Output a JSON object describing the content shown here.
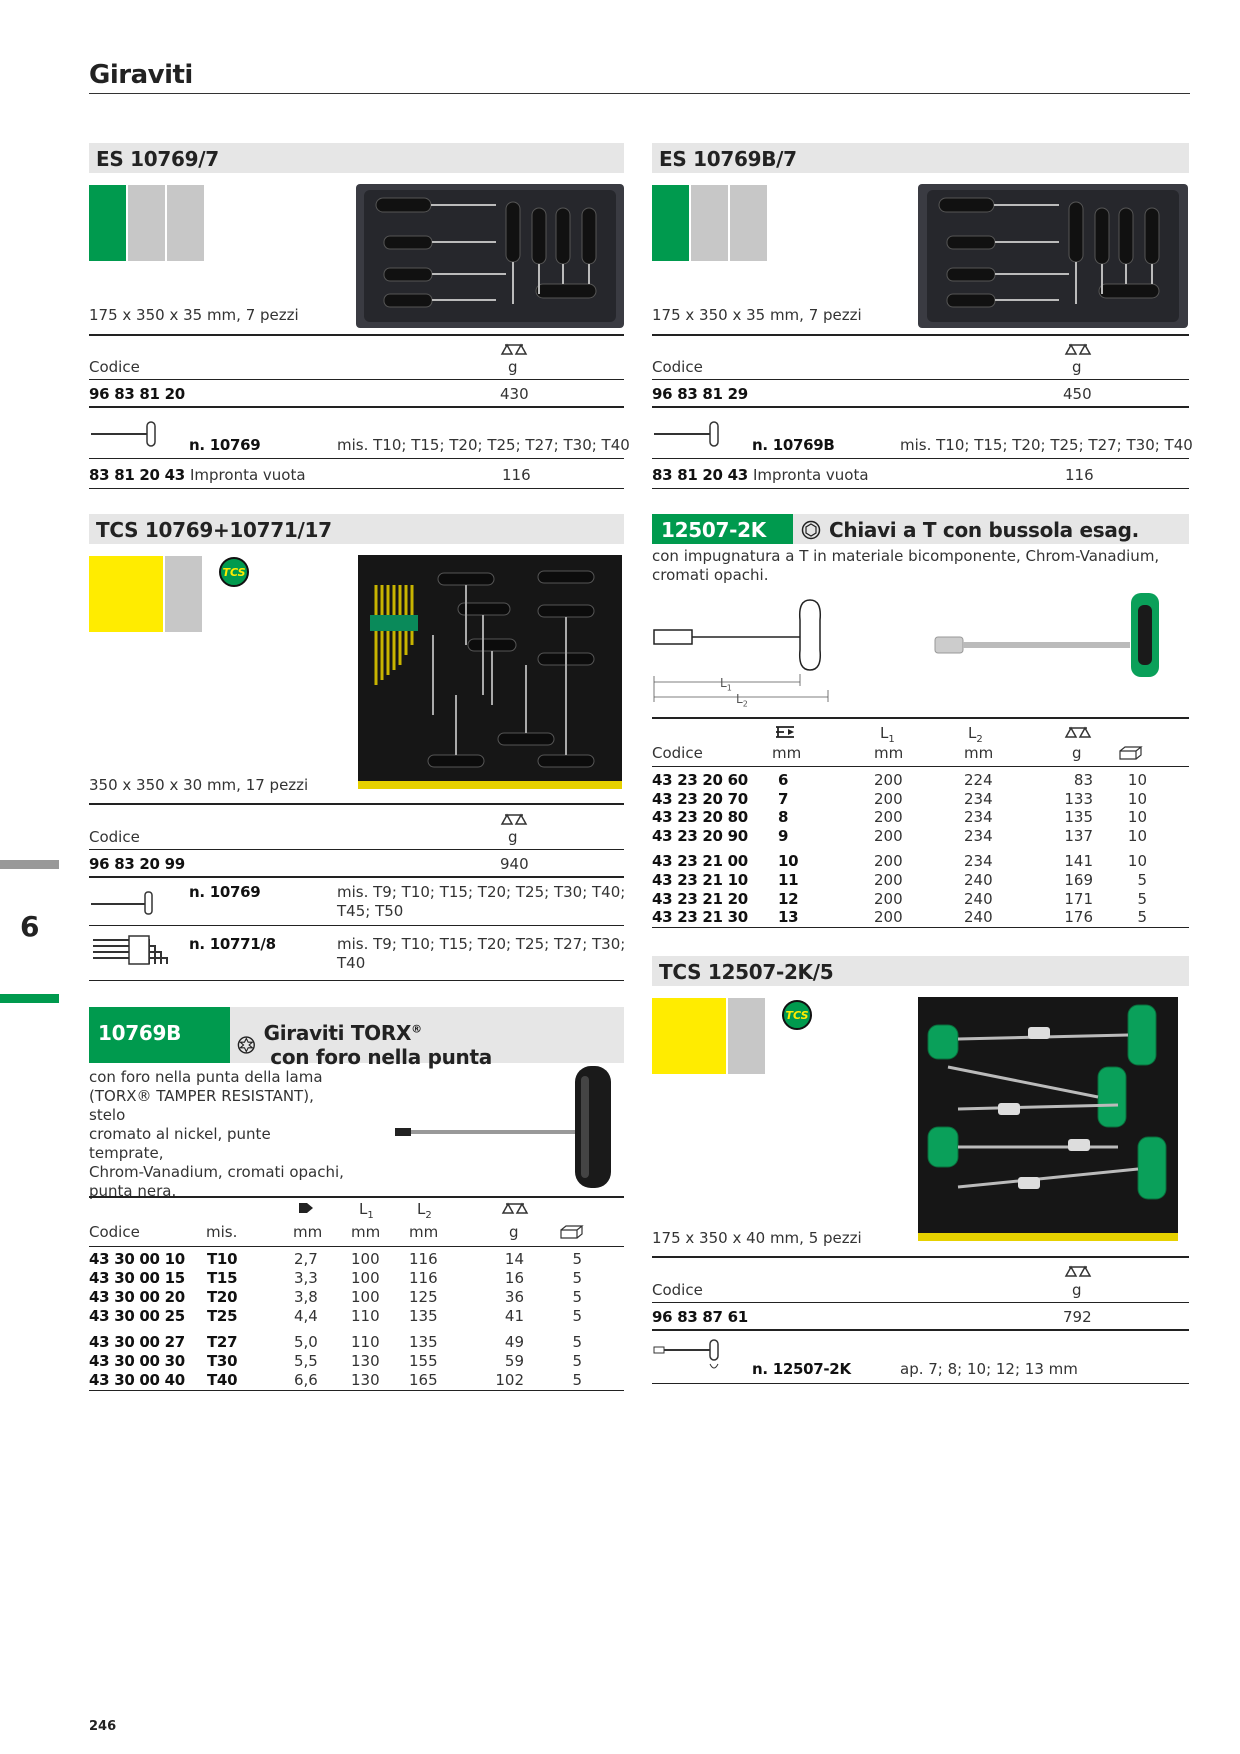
{
  "page": {
    "title": "Giraviti",
    "chapter": "6",
    "page_number": "246"
  },
  "colors": {
    "green": "#009a4e",
    "yellow": "#ffec00",
    "grey": "#c7c7c7",
    "head_bg": "#e6e6e6"
  },
  "es10769_7": {
    "heading": "ES 10769/7",
    "size": "175 x 350 x 35 mm, 7 pezzi",
    "col_code": "Codice",
    "col_unit": "g",
    "row": {
      "code": "96 83 81 20",
      "weight": "430"
    },
    "item": {
      "ref": "n. 10769",
      "sizes": "mis. T10; T15; T20; T25; T27; T30; T40"
    },
    "insert": {
      "code": "83 81 20 43",
      "label": "Impronta vuota",
      "weight": "116"
    }
  },
  "es10769b_7": {
    "heading": "ES 10769B/7",
    "size": "175 x 350 x 35 mm, 7 pezzi",
    "col_code": "Codice",
    "col_unit": "g",
    "row": {
      "code": "96 83 81 29",
      "weight": "450"
    },
    "item": {
      "ref": "n. 10769B",
      "sizes": "mis. T10; T15; T20; T25; T27; T30; T40"
    },
    "insert": {
      "code": "83 81 20 43",
      "label": "Impronta vuota",
      "weight": "116"
    }
  },
  "tcs_10769": {
    "heading": "TCS 10769+10771/17",
    "badge": "TCS",
    "size": "350 x 350 x 30 mm, 17 pezzi",
    "col_code": "Codice",
    "col_unit": "g",
    "row": {
      "code": "96 83 20 99",
      "weight": "940"
    },
    "items": [
      {
        "ref": "n. 10769",
        "sizes_l1": "mis. T9; T10; T15; T20; T25; T30; T40;",
        "sizes_l2": "T45; T50"
      },
      {
        "ref": "n. 10771/8",
        "sizes_l1": "mis. T9; T10; T15; T20; T25; T27; T30;",
        "sizes_l2": "T40"
      }
    ]
  },
  "p10769b": {
    "code": "10769B",
    "title": "Giraviti TORX",
    "title_sup": "®",
    "title_end": " con foro nella punta",
    "desc": [
      "con foro nella punta della lama",
      "(TORX® TAMPER RESISTANT), stelo",
      "cromato al nickel, punte temprate,",
      "Chrom-Vanadium, cromati opachi,",
      "punta nera."
    ],
    "cols": {
      "code": "Codice",
      "size": "mis.",
      "mm": "mm",
      "l1": "L",
      "l1_sub": "1",
      "l2": "L",
      "l2_sub": "2",
      "g": "g"
    },
    "rows": [
      {
        "code": "43 30 00 10",
        "size": "T10",
        "d": "2,7",
        "l1": "100",
        "l2": "116",
        "g": "14",
        "pack": "5"
      },
      {
        "code": "43 30 00 15",
        "size": "T15",
        "d": "3,3",
        "l1": "100",
        "l2": "116",
        "g": "16",
        "pack": "5"
      },
      {
        "code": "43 30 00 20",
        "size": "T20",
        "d": "3,8",
        "l1": "100",
        "l2": "125",
        "g": "36",
        "pack": "5"
      },
      {
        "code": "43 30 00 25",
        "size": "T25",
        "d": "4,4",
        "l1": "110",
        "l2": "135",
        "g": "41",
        "pack": "5"
      },
      {
        "code": "43 30 00 27",
        "size": "T27",
        "d": "5,0",
        "l1": "110",
        "l2": "135",
        "g": "49",
        "pack": "5"
      },
      {
        "code": "43 30 00 30",
        "size": "T30",
        "d": "5,5",
        "l1": "130",
        "l2": "155",
        "g": "59",
        "pack": "5"
      },
      {
        "code": "43 30 00 40",
        "size": "T40",
        "d": "6,6",
        "l1": "130",
        "l2": "165",
        "g": "102",
        "pack": "5"
      }
    ]
  },
  "p12507": {
    "code": "12507-2K",
    "title": "Chiavi a T con bussola esag.",
    "desc_l1": "con impugnatura a T in materiale bicomponente, Chrom-Vanadium,",
    "desc_l2": "cromati opachi.",
    "dim_l1": "L",
    "dim_l1_sub": "1",
    "dim_l2": "L",
    "dim_l2_sub": "2",
    "cols": {
      "code": "Codice",
      "mm": "mm",
      "l1": "L",
      "l1_sub": "1",
      "l2": "L",
      "l2_sub": "2",
      "g": "g"
    },
    "rows": [
      {
        "code": "43 23 20 60",
        "size": "6",
        "l1": "200",
        "l2": "224",
        "g": "83",
        "pack": "10"
      },
      {
        "code": "43 23 20 70",
        "size": "7",
        "l1": "200",
        "l2": "234",
        "g": "133",
        "pack": "10"
      },
      {
        "code": "43 23 20 80",
        "size": "8",
        "l1": "200",
        "l2": "234",
        "g": "135",
        "pack": "10"
      },
      {
        "code": "43 23 20 90",
        "size": "9",
        "l1": "200",
        "l2": "234",
        "g": "137",
        "pack": "10"
      },
      {
        "code": "43 23 21 00",
        "size": "10",
        "l1": "200",
        "l2": "234",
        "g": "141",
        "pack": "10"
      },
      {
        "code": "43 23 21 10",
        "size": "11",
        "l1": "200",
        "l2": "240",
        "g": "169",
        "pack": "5"
      },
      {
        "code": "43 23 21 20",
        "size": "12",
        "l1": "200",
        "l2": "240",
        "g": "171",
        "pack": "5"
      },
      {
        "code": "43 23 21 30",
        "size": "13",
        "l1": "200",
        "l2": "240",
        "g": "176",
        "pack": "5"
      }
    ]
  },
  "tcs_12507": {
    "heading": "TCS 12507-2K/5",
    "badge": "TCS",
    "size": "175 x 350 x 40 mm, 5 pezzi",
    "col_code": "Codice",
    "col_unit": "g",
    "row": {
      "code": "96 83 87 61",
      "weight": "792"
    },
    "item": {
      "ref": "n. 12507-2K",
      "sizes": "ap. 7; 8; 10; 12; 13 mm"
    }
  }
}
